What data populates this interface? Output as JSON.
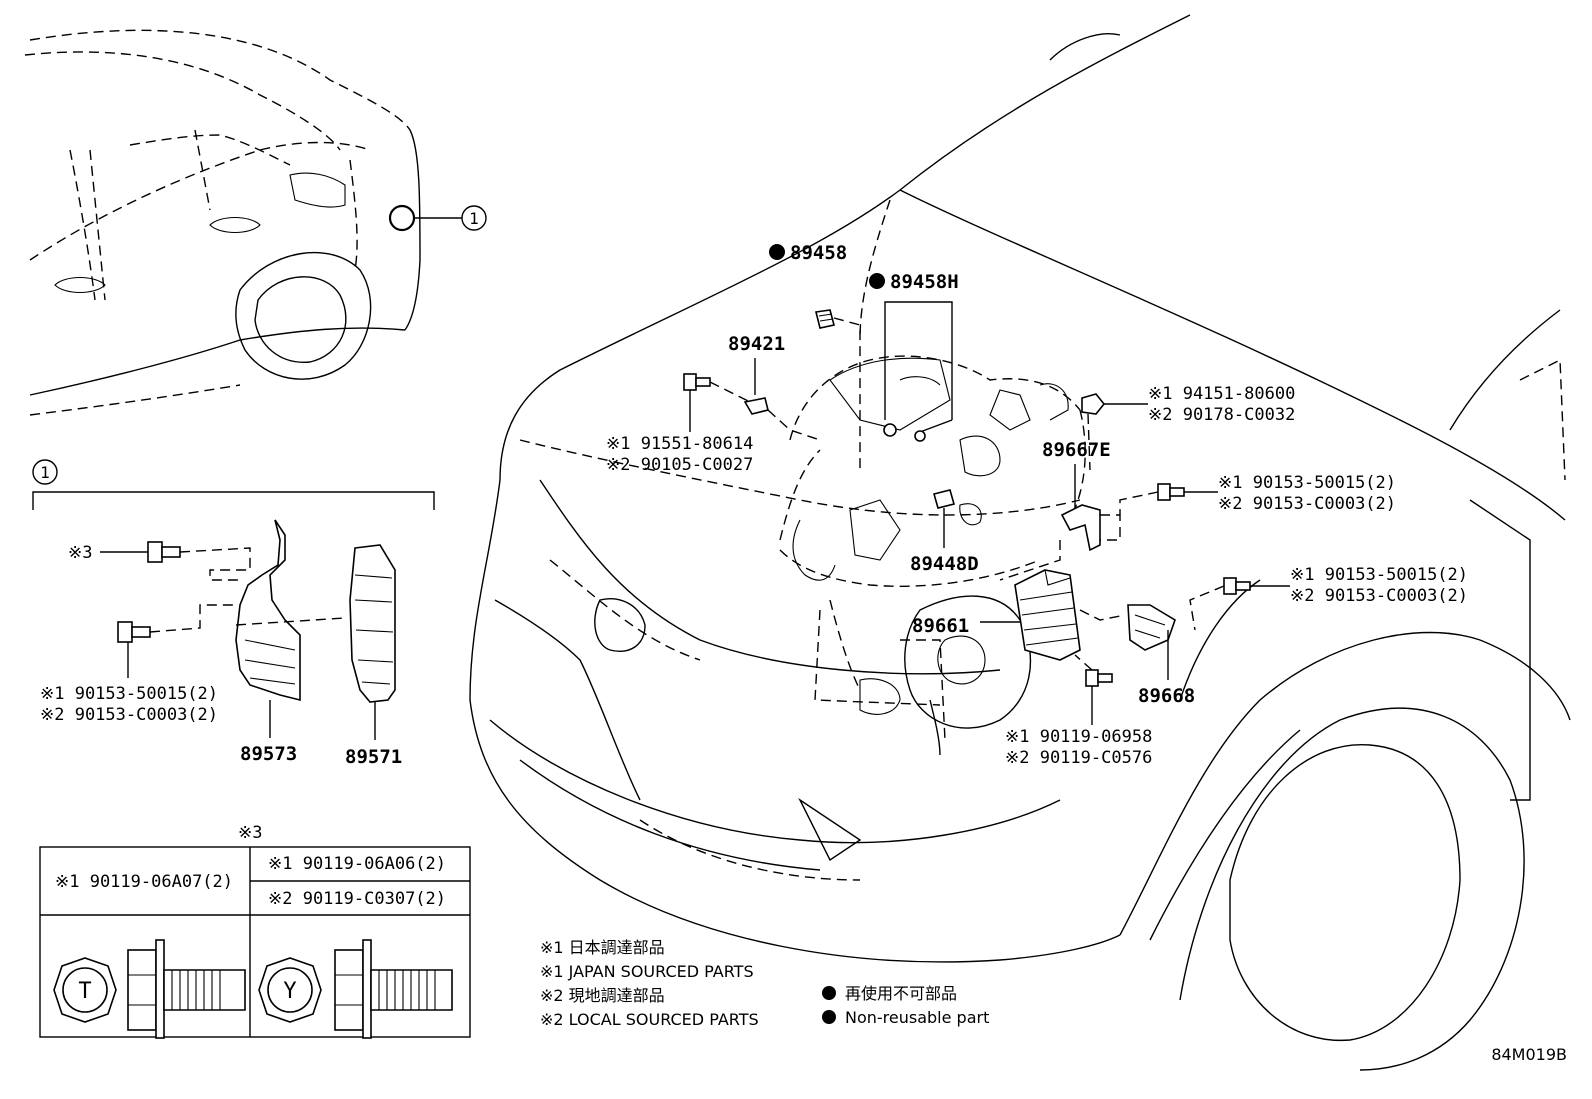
{
  "callout_1": "1",
  "callout_3": "※3",
  "labels": {
    "p89458": "89458",
    "p89458H": "89458H",
    "p89421": "89421",
    "p91551": "※1 91551-80614",
    "p90105": "※2 90105-C0027",
    "p94151": "※1 94151-80600",
    "p90178": "※2 90178-C0032",
    "p89667E": "89667E",
    "p90153_a1": "※1 90153-50015(2)",
    "p90153_a2": "※2 90153-C0003(2)",
    "p89448D": "89448D",
    "p90153_b1": "※1 90153-50015(2)",
    "p90153_b2": "※2 90153-C0003(2)",
    "p89661": "89661",
    "p89668": "89668",
    "p90119_069": "※1 90119-06958",
    "p90119_c05": "※2 90119-C0576",
    "p90153_c1": "※1 90153-50015(2)",
    "p90153_c2": "※2 90153-C0003(2)",
    "p89573": "89573",
    "p89571": "89571"
  },
  "table": {
    "left_header": "※1 90119-06A07(2)",
    "right_header_1": "※1 90119-06A06(2)",
    "right_header_2": "※2 90119-C0307(2)",
    "left_symbol": "T",
    "right_symbol": "Y"
  },
  "legend": {
    "jp1": "※1 日本調達部品",
    "en1": "※1 JAPAN SOURCED PARTS",
    "jp2": "※2 現地調達部品",
    "en2": "※2 LOCAL SOURCED PARTS",
    "nr_jp": "再使用不可部品",
    "nr_en": "Non-reusable part"
  },
  "figure_code": "84M019B"
}
